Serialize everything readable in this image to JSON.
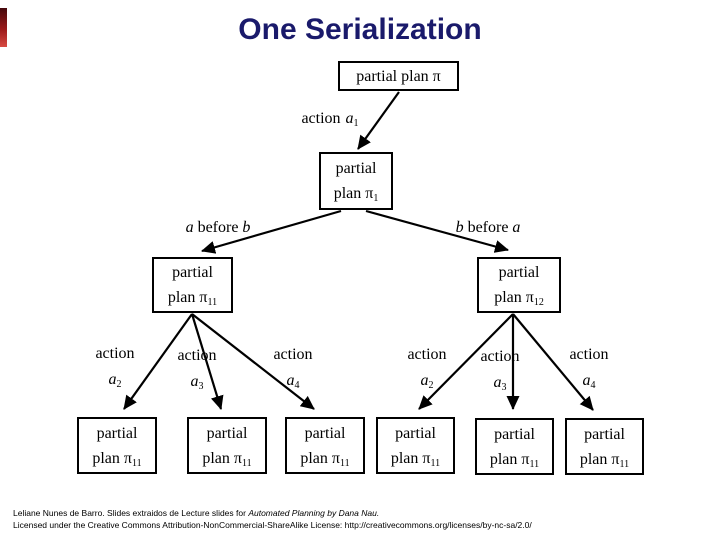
{
  "slide": {
    "title": "One Serialization",
    "title_color": "#1a1a6b",
    "accent_bar_color_top": "#45080c",
    "accent_bar_color_bottom": "#d84a42"
  },
  "diagram": {
    "nodes": {
      "root": {
        "text": "partial plan π"
      },
      "n1": {
        "line1": "partial",
        "line2": "plan π",
        "sub": "1"
      },
      "n11": {
        "line1": "partial",
        "line2": "plan π",
        "sub": "11"
      },
      "n12": {
        "line1": "partial",
        "line2": "plan π",
        "sub": "12"
      },
      "l1": {
        "line1": "partial",
        "line2": "plan π",
        "sub": "11"
      },
      "l2": {
        "line1": "partial",
        "line2": "plan π",
        "sub": "11"
      },
      "l3": {
        "line1": "partial",
        "line2": "plan π",
        "sub": "11"
      },
      "l4": {
        "line1": "partial",
        "line2": "plan π",
        "sub": "11"
      },
      "l5": {
        "line1": "partial",
        "line2": "plan π",
        "sub": "11"
      },
      "l6": {
        "line1": "partial",
        "line2": "plan π",
        "sub": "11"
      }
    },
    "edges": {
      "root_n1": {
        "word": "action",
        "var": "a",
        "sub": "1"
      },
      "n1_n11": {
        "var1": "a",
        "mid": " before ",
        "var2": "b"
      },
      "n1_n12": {
        "var1": "b",
        "mid": " before ",
        "var2": "a"
      },
      "n11_l1": {
        "word": "action",
        "var": "a",
        "sub": "2"
      },
      "n11_l2": {
        "word": "action",
        "var": "a",
        "sub": "3"
      },
      "n11_l3": {
        "word": "action",
        "var": "a",
        "sub": "4"
      },
      "n12_l4": {
        "word": "action",
        "var": "a",
        "sub": "2"
      },
      "n12_l5": {
        "word": "action",
        "var": "a",
        "sub": "3"
      },
      "n12_l6": {
        "word": "action",
        "var": "a",
        "sub": "4"
      }
    }
  },
  "footer": {
    "line1_text": "Leliane Nunes de Barro. Slides extraidos de Lecture slides for",
    "line1_italic": "Automated Planning by Dana Nau.",
    "line2": "Licensed under the Creative Commons Attribution-NonCommercial-ShareAlike License: http://creativecommons.org/licenses/by-nc-sa/2.0/"
  }
}
